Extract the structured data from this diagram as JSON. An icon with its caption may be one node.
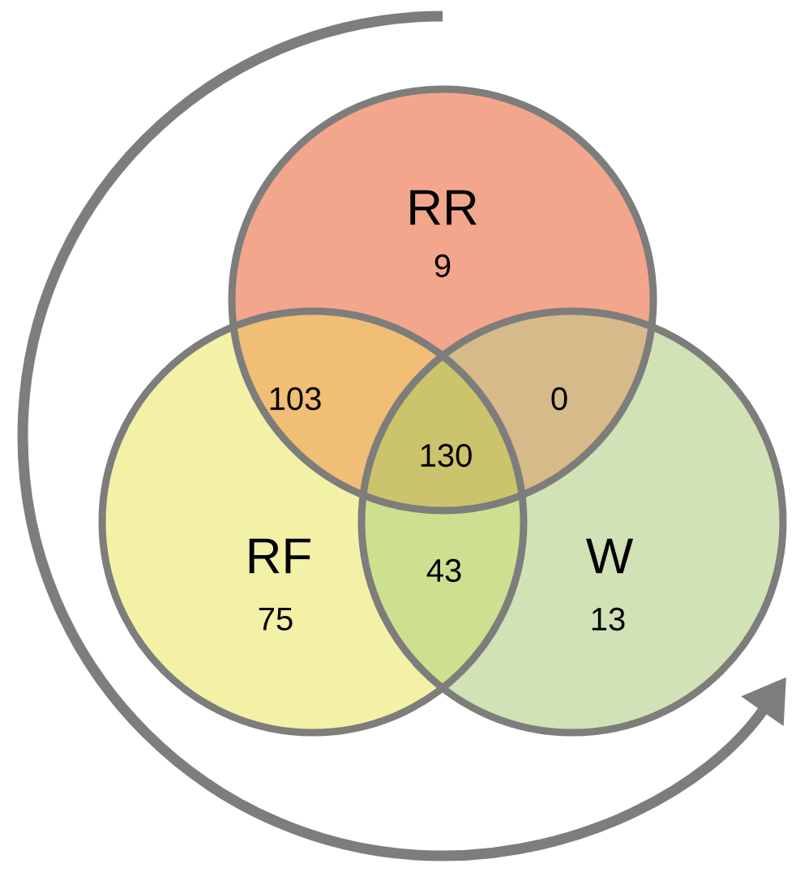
{
  "diagram": {
    "nodes": [
      {
        "text": [
          "RR",
          "9"
        ]
      },
      {
        "text": [
          "RF",
          "75"
        ]
      },
      {
        "text": [
          "W",
          "13"
        ]
      }
    ],
    "labels": [
      "103",
      "0",
      "130",
      "43"
    ]
  }
}
